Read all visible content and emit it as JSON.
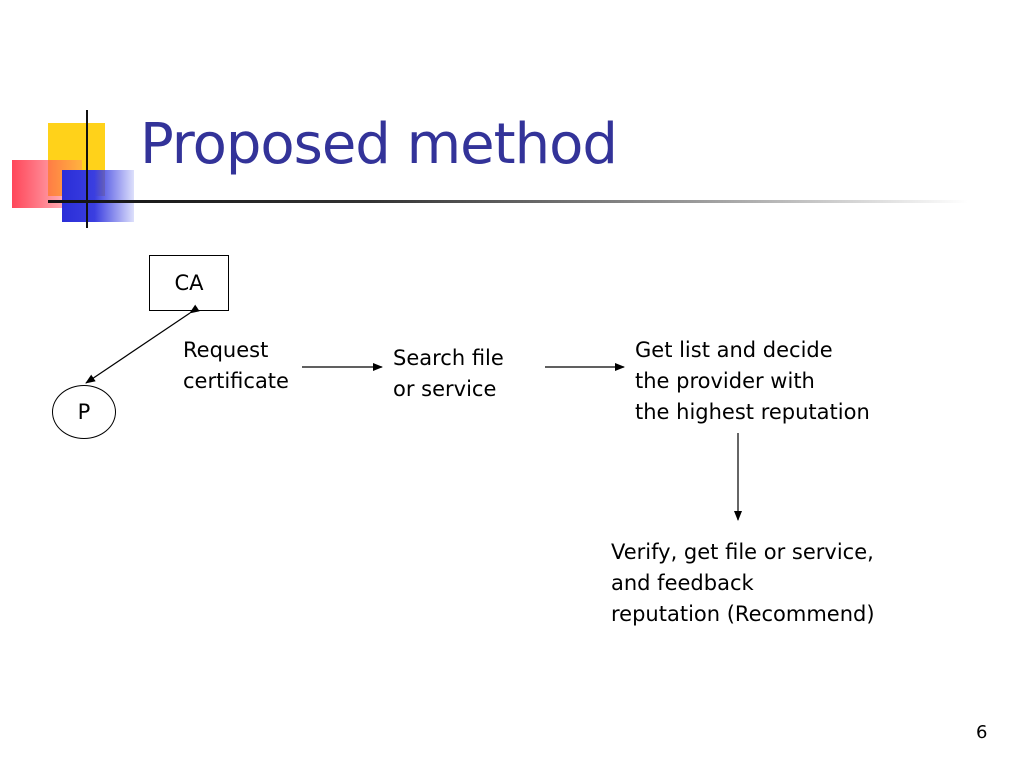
{
  "slide": {
    "title": "Proposed method",
    "page_number": "6"
  },
  "nodes": {
    "ca": "CA",
    "p": "P"
  },
  "steps": {
    "request": [
      "Request",
      "certificate"
    ],
    "search": [
      "Search file",
      "or service"
    ],
    "get_list": [
      "Get list and decide",
      "the provider with",
      "the highest reputation"
    ],
    "verify": [
      "Verify, get file or service,",
      "and feedback",
      "reputation (Recommend)"
    ]
  },
  "colors": {
    "title": "#333399",
    "accent_yellow": "#ffd21a",
    "accent_red": "#ff3c50",
    "accent_blue": "#2a2ed8"
  }
}
